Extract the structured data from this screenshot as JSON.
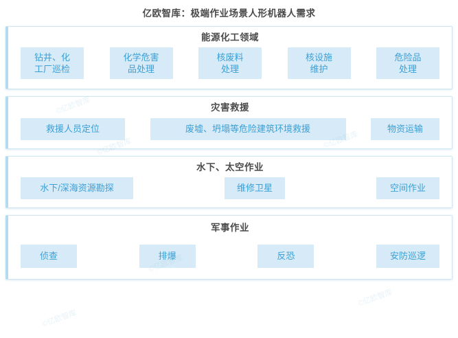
{
  "page": {
    "title": "亿欧智库：极端作业场景人形机器人需求",
    "background_color": "#ffffff",
    "title_color": "#4a4a4a",
    "card_border_color": "#cfe6f3",
    "card_accent_color": "#b3dcf0",
    "chip_bg_color": "#d6ebf7",
    "chip_text_color": "#3c9fd6"
  },
  "sections": [
    {
      "title": "能源化工领域",
      "items": [
        {
          "label": "钻井、化\n工厂巡检"
        },
        {
          "label": "化学危害\n品处理"
        },
        {
          "label": "核废料\n处理"
        },
        {
          "label": "核设施\n维护"
        },
        {
          "label": "危险品\n处理"
        }
      ]
    },
    {
      "title": "灾害救援",
      "items": [
        {
          "label": "救援人员定位"
        },
        {
          "label": "废墟、坍塌等危险建筑环境救援"
        },
        {
          "label": "物资运输"
        }
      ]
    },
    {
      "title": "水下、太空作业",
      "items": [
        {
          "label": "水下/深海资源勘探"
        },
        {
          "label": "维修卫星"
        },
        {
          "label": "空间作业"
        }
      ]
    },
    {
      "title": "军事作业",
      "items": [
        {
          "label": "侦查"
        },
        {
          "label": "排爆"
        },
        {
          "label": "反恐"
        },
        {
          "label": "安防巡逻"
        }
      ]
    }
  ],
  "watermarks": [
    {
      "text": "©亿欧智库"
    },
    {
      "text": "©亿欧智库"
    },
    {
      "text": "©亿欧智库"
    },
    {
      "text": "©亿欧智库"
    },
    {
      "text": "©亿欧智库"
    },
    {
      "text": "©亿欧智库"
    }
  ]
}
